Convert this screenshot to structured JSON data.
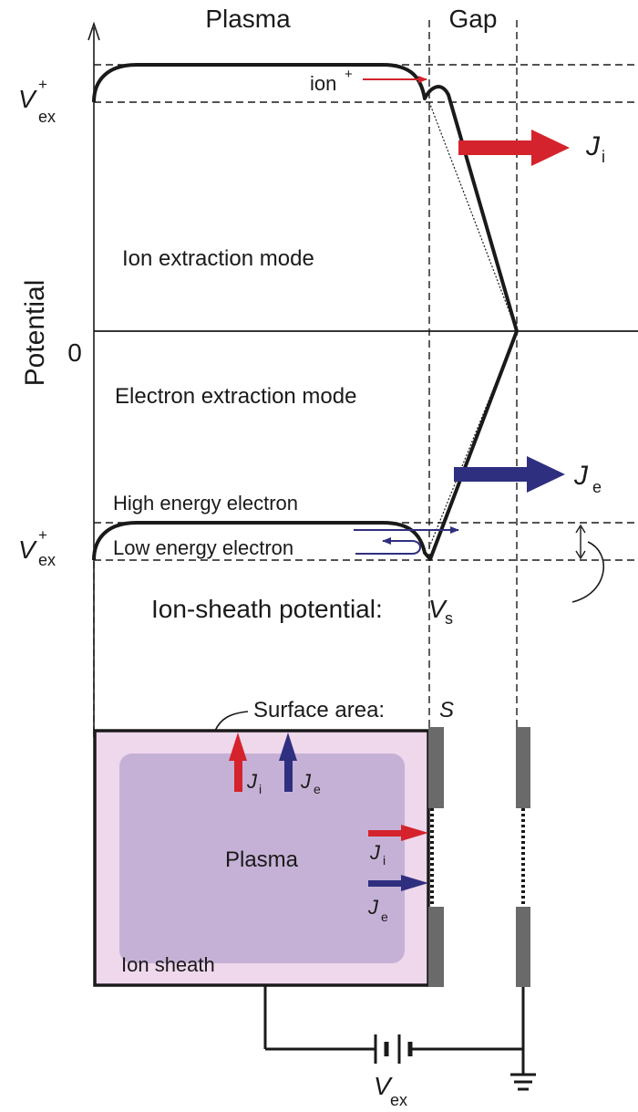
{
  "header": {
    "plasma": "Plasma",
    "gap": "Gap"
  },
  "axis": {
    "ylabel": "Potential",
    "zero": "0"
  },
  "levels": {
    "vex_top": {
      "main": "V",
      "sub": "ex",
      "sup": "+"
    },
    "vex_bottom": {
      "main": "V",
      "sub": "ex",
      "sup": "+"
    }
  },
  "labels": {
    "ion": "ion",
    "ion_sup": "+",
    "ji_main": "J",
    "ji_sub": "i",
    "je_main": "J",
    "je_sub": "e",
    "ion_mode": "Ion extraction mode",
    "electron_mode": "Electron extraction mode",
    "high_energy": "High energy electron",
    "low_energy": "Low energy electron",
    "sheath_potential": "Ion-sheath potential:",
    "vs_main": "V",
    "vs_sub": "s"
  },
  "chamber": {
    "surface_label": "Surface area: ",
    "surface_symbol": "S",
    "plasma": "Plasma",
    "ion_sheath": "Ion sheath",
    "ji_main": "J",
    "ji_sub": "i",
    "je_main": "J",
    "je_sub": "e",
    "vex_main": "V",
    "vex_sub": "ex"
  },
  "colors": {
    "ion_arrow": "#d4232c",
    "electron_arrow": "#2f2f80",
    "sheath_fill": "#efd7ec",
    "plasma_fill": "#c6b1d6",
    "electrode": "#6a6a6a",
    "line": "#1a1a1a"
  }
}
